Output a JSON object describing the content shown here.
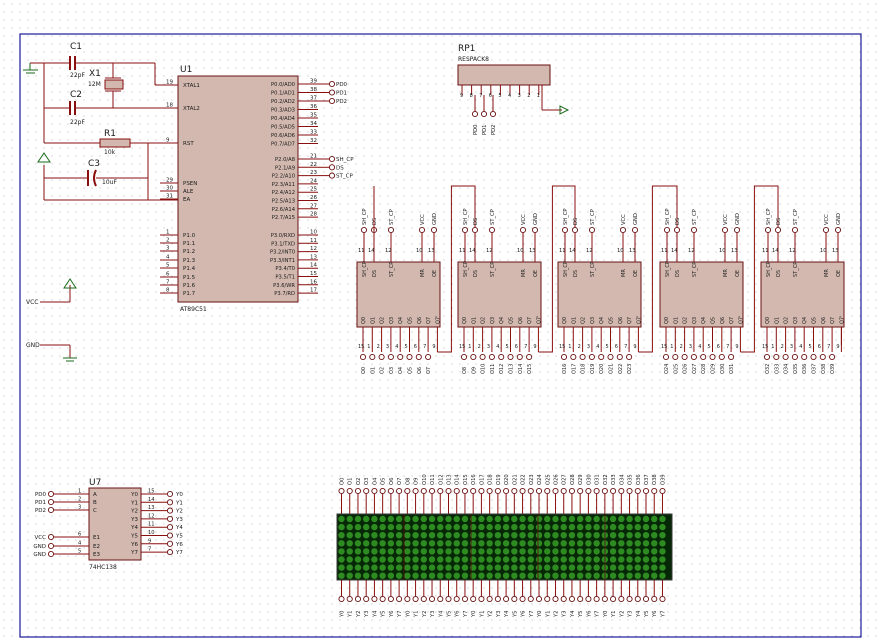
{
  "u1": {
    "ref": "U1",
    "part": "AT89C51",
    "left_pins": [
      {
        "num": "19",
        "name": "XTAL1"
      },
      {
        "num": "18",
        "name": "XTAL2"
      },
      {
        "num": "9",
        "name": "RST"
      },
      {
        "num": "29",
        "name": "PSEN"
      },
      {
        "num": "30",
        "name": "ALE"
      },
      {
        "num": "31",
        "name": "EA"
      },
      {
        "num": "1",
        "name": "P1.0"
      },
      {
        "num": "2",
        "name": "P1.1"
      },
      {
        "num": "3",
        "name": "P1.2"
      },
      {
        "num": "4",
        "name": "P1.3"
      },
      {
        "num": "5",
        "name": "P1.4"
      },
      {
        "num": "6",
        "name": "P1.5"
      },
      {
        "num": "7",
        "name": "P1.6"
      },
      {
        "num": "8",
        "name": "P1.7"
      }
    ],
    "right_pins": [
      {
        "num": "39",
        "name": "P0.0/AD0",
        "net": "PD0"
      },
      {
        "num": "38",
        "name": "P0.1/AD1",
        "net": "PD1"
      },
      {
        "num": "37",
        "name": "P0.2/AD2",
        "net": "PD2"
      },
      {
        "num": "36",
        "name": "P0.3/AD3",
        "net": ""
      },
      {
        "num": "35",
        "name": "P0.4/AD4",
        "net": ""
      },
      {
        "num": "34",
        "name": "P0.5/AD5",
        "net": ""
      },
      {
        "num": "33",
        "name": "P0.6/AD6",
        "net": ""
      },
      {
        "num": "32",
        "name": "P0.7/AD7",
        "net": ""
      },
      {
        "num": "21",
        "name": "P2.0/A8",
        "net": "SH_CP"
      },
      {
        "num": "22",
        "name": "P2.1/A9",
        "net": "DS"
      },
      {
        "num": "23",
        "name": "P2.2/A10",
        "net": "ST_CP"
      },
      {
        "num": "24",
        "name": "P2.3/A11",
        "net": ""
      },
      {
        "num": "25",
        "name": "P2.4/A12",
        "net": ""
      },
      {
        "num": "26",
        "name": "P2.5/A13",
        "net": ""
      },
      {
        "num": "27",
        "name": "P2.6/A14",
        "net": ""
      },
      {
        "num": "28",
        "name": "P2.7/A15",
        "net": ""
      },
      {
        "num": "10",
        "name": "P3.0/RXD",
        "net": ""
      },
      {
        "num": "11",
        "name": "P3.1/TXD",
        "net": ""
      },
      {
        "num": "12",
        "name": "P3.2/INT0",
        "net": ""
      },
      {
        "num": "13",
        "name": "P3.3/INT1",
        "net": ""
      },
      {
        "num": "14",
        "name": "P3.4/T0",
        "net": ""
      },
      {
        "num": "15",
        "name": "P3.5/T1",
        "net": ""
      },
      {
        "num": "16",
        "name": "P3.6/WR",
        "net": ""
      },
      {
        "num": "17",
        "name": "P3.7/RD",
        "net": ""
      }
    ]
  },
  "components": {
    "c1": {
      "ref": "C1",
      "value": "22pF"
    },
    "c2": {
      "ref": "C2",
      "value": "22pF"
    },
    "c3": {
      "ref": "C3",
      "value": "10uF"
    },
    "x1": {
      "ref": "X1",
      "value": "12M"
    },
    "r1": {
      "ref": "R1",
      "value": "10k"
    }
  },
  "rp1": {
    "ref": "RP1",
    "part": "RESPACK8",
    "pins": [
      "9",
      "8",
      "7",
      "6",
      "5",
      "4",
      "3",
      "2",
      "1"
    ],
    "nets": [
      "PD0",
      "PD1",
      "PD2"
    ]
  },
  "power": {
    "vcc": "VCC",
    "gnd": "GND"
  },
  "shift_register": {
    "top_pins": [
      {
        "num": "11",
        "net": "SH_CP"
      },
      {
        "num": "14",
        "net": "DS"
      },
      {
        "num": "12",
        "net": "ST_CP"
      },
      {
        "num": "10",
        "net": "VCC"
      },
      {
        "num": "13",
        "net": "GND"
      }
    ],
    "top_names": [
      "SH_CP",
      "DS",
      "ST_CP",
      "MR",
      "OE"
    ],
    "bottom_names": [
      "Q0",
      "Q1",
      "Q2",
      "Q3",
      "Q4",
      "Q5",
      "Q6",
      "Q7",
      "Q7'"
    ],
    "bottom_pins": [
      "15",
      "1",
      "2",
      "3",
      "4",
      "5",
      "6",
      "7",
      "9"
    ],
    "outputs": [
      [
        "O0",
        "O1",
        "O2",
        "O3",
        "O4",
        "O5",
        "O6",
        "O7"
      ],
      [
        "O8",
        "O9",
        "O10",
        "O11",
        "O12",
        "O13",
        "O14",
        "O15"
      ],
      [
        "O16",
        "O17",
        "O18",
        "O19",
        "O20",
        "O21",
        "O22",
        "O23"
      ],
      [
        "O24",
        "O25",
        "O26",
        "O27",
        "O28",
        "O29",
        "O30",
        "O31"
      ],
      [
        "O32",
        "O33",
        "O34",
        "O35",
        "O36",
        "O37",
        "O38",
        "O39"
      ]
    ]
  },
  "u7": {
    "ref": "U7",
    "part": "74HC138",
    "inputs": [
      {
        "net": "PD0",
        "num": "1",
        "name": "A"
      },
      {
        "net": "PD1",
        "num": "2",
        "name": "B"
      },
      {
        "net": "PD2",
        "num": "3",
        "name": "C"
      }
    ],
    "enables": [
      {
        "net": "VCC",
        "num": "6",
        "name": "E1"
      },
      {
        "net": "GND",
        "num": "4",
        "name": "E2"
      },
      {
        "net": "GND",
        "num": "5",
        "name": "E3"
      }
    ],
    "outputs": [
      {
        "name": "Y0",
        "num": "15",
        "net": "Y0"
      },
      {
        "name": "Y1",
        "num": "14",
        "net": "Y1"
      },
      {
        "name": "Y2",
        "num": "13",
        "net": "Y2"
      },
      {
        "name": "Y3",
        "num": "12",
        "net": "Y3"
      },
      {
        "name": "Y4",
        "num": "11",
        "net": "Y4"
      },
      {
        "name": "Y5",
        "num": "10",
        "net": "Y5"
      },
      {
        "name": "Y6",
        "num": "9",
        "net": "Y6"
      },
      {
        "name": "Y7",
        "num": "7",
        "net": "Y7"
      }
    ]
  },
  "matrix": {
    "top_labels": [
      "O0",
      "O1",
      "O2",
      "O3",
      "O4",
      "O5",
      "O6",
      "O7",
      "O8",
      "O9",
      "O10",
      "O11",
      "O12",
      "O13",
      "O14",
      "O15",
      "O16",
      "O17",
      "O18",
      "O19",
      "O20",
      "O21",
      "O22",
      "O23",
      "O24",
      "O25",
      "O26",
      "O27",
      "O28",
      "O29",
      "O30",
      "O31",
      "O32",
      "O33",
      "O34",
      "O35",
      "O36",
      "O37",
      "O38",
      "O39"
    ],
    "bottom_labels": [
      "Y0",
      "Y1",
      "Y2",
      "Y3",
      "Y4",
      "Y5",
      "Y6",
      "Y7",
      "Y0",
      "Y1",
      "Y2",
      "Y3",
      "Y4",
      "Y5",
      "Y6",
      "Y7",
      "Y0",
      "Y1",
      "Y2",
      "Y3",
      "Y4",
      "Y5",
      "Y6",
      "Y7",
      "Y0",
      "Y1",
      "Y2",
      "Y3",
      "Y4",
      "Y5",
      "Y6",
      "Y7",
      "Y0",
      "Y1",
      "Y2",
      "Y3",
      "Y4",
      "Y5",
      "Y6",
      "Y7"
    ],
    "led_color": "#2e8b22",
    "bg_color": "#062806"
  },
  "colors": {
    "wire": "#8a0f0f",
    "body": "#d2b8ae",
    "body_stroke": "#6a1010",
    "frame": "#1a1a99",
    "grid_dot": "#b8b8b8"
  }
}
